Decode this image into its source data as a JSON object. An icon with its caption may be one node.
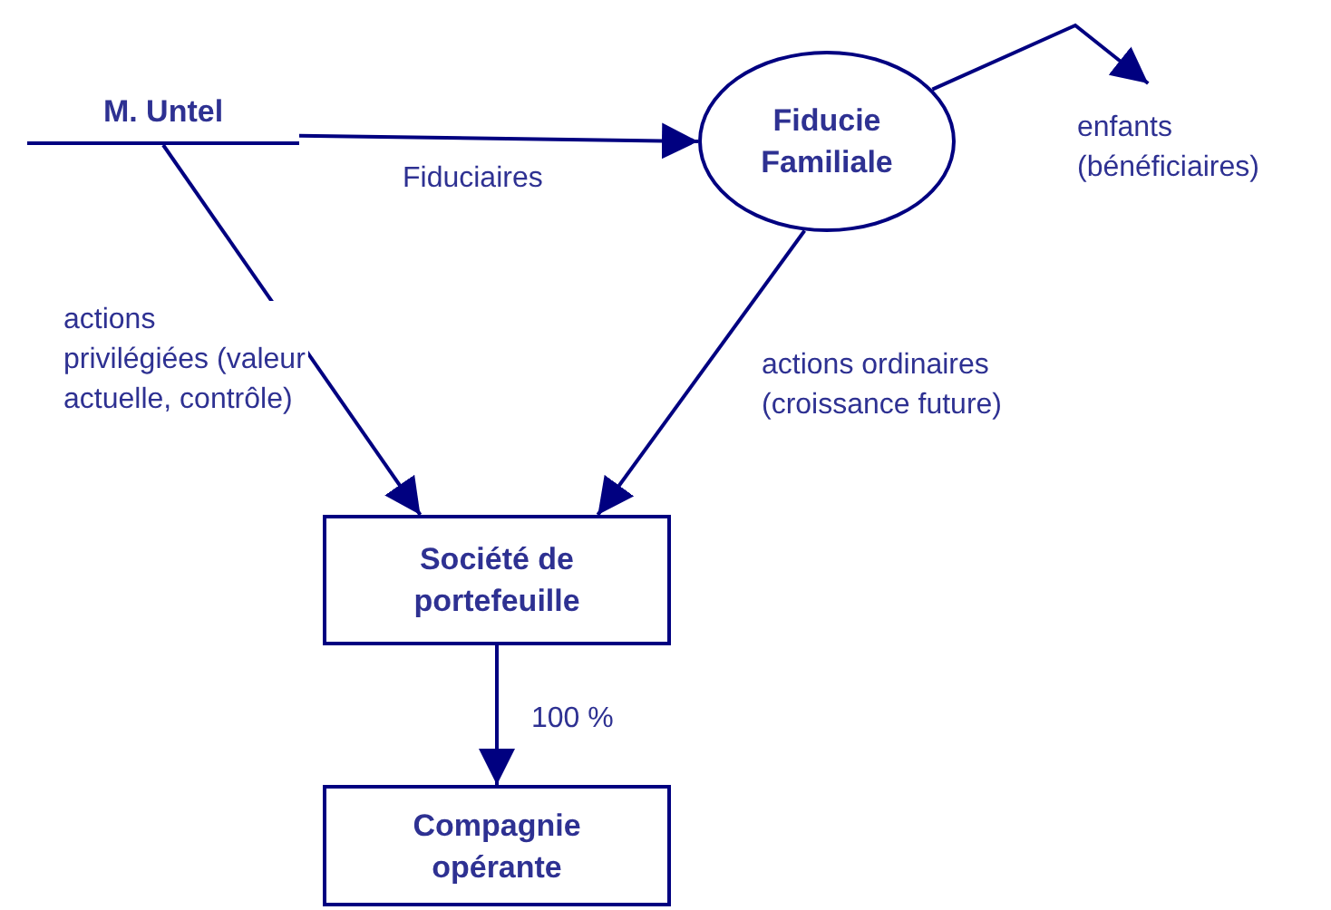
{
  "diagram": {
    "nodes": [
      {
        "text": [
          "M. Untel"
        ]
      },
      {
        "text": [
          "Fiducie Familiale"
        ]
      },
      {
        "text": [
          "enfants (bénéficiaires)"
        ]
      },
      {
        "text": [
          "Société de portefeuille"
        ]
      },
      {
        "text": [
          "Compagnie opérante"
        ]
      }
    ],
    "edges": [
      {
        "from": 0,
        "to": 1,
        "arrow": "to",
        "label": "Fiduciaires"
      },
      {
        "from": 1,
        "to": 2,
        "arrow": "to"
      },
      {
        "from": 0,
        "to": 3,
        "arrow": "to",
        "label": "actions privilégiées (valeur actuelle, contrôle)"
      },
      {
        "from": 1,
        "to": 3,
        "arrow": "to",
        "label": "actions ordinaires (croissance future)"
      },
      {
        "from": 3,
        "to": 4,
        "arrow": "to",
        "label": "100 %"
      }
    ]
  }
}
